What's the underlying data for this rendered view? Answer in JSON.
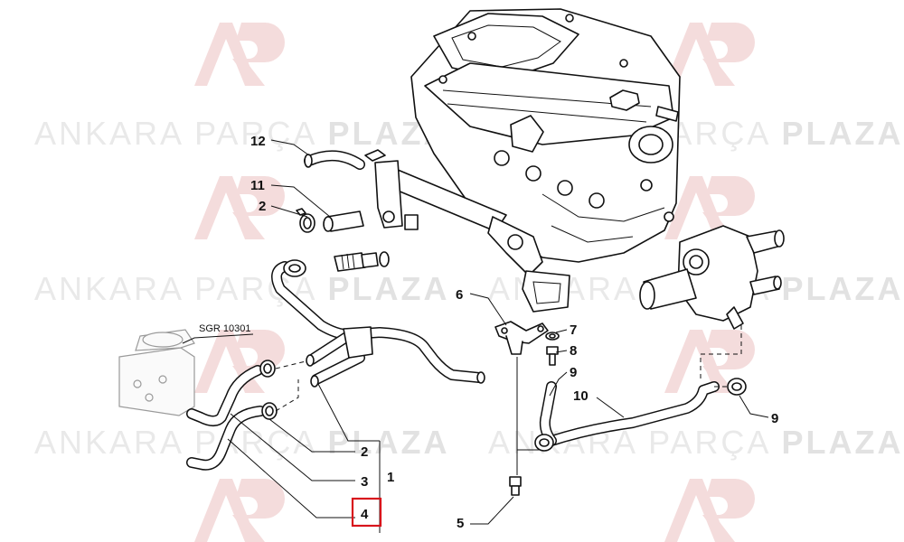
{
  "watermark": {
    "name_regular": "ANKARA",
    "name_light": "PARÇA",
    "name_bold": "PLAZA",
    "logo_color": "#f3d6d6"
  },
  "reference": {
    "label": "SGR 10301"
  },
  "callouts": [
    {
      "id": "c12",
      "label": "12"
    },
    {
      "id": "c11",
      "label": "11"
    },
    {
      "id": "c2a",
      "label": "2"
    },
    {
      "id": "c6",
      "label": "6"
    },
    {
      "id": "c7",
      "label": "7"
    },
    {
      "id": "c8",
      "label": "8"
    },
    {
      "id": "c9a",
      "label": "9"
    },
    {
      "id": "c10",
      "label": "10"
    },
    {
      "id": "c9b",
      "label": "9"
    },
    {
      "id": "c2b",
      "label": "2"
    },
    {
      "id": "c3",
      "label": "3"
    },
    {
      "id": "c1",
      "label": "1"
    },
    {
      "id": "c4",
      "label": "4"
    },
    {
      "id": "c5",
      "label": "5"
    }
  ],
  "highlighted_callout": "4",
  "colors": {
    "highlight": "#d8141c",
    "ink": "#111111"
  }
}
